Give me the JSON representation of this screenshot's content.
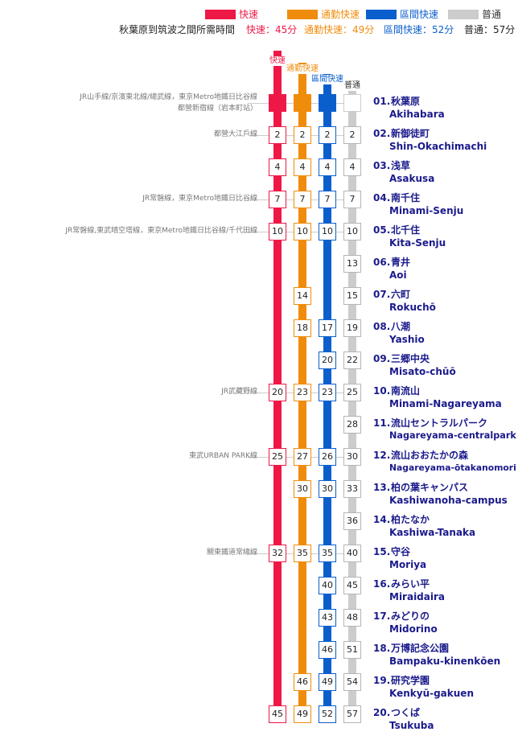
{
  "legend": [
    {
      "label": "快速",
      "color": "#ee1846",
      "label_color": "#ee1846"
    },
    {
      "label": "通勤快速",
      "color": "#f08c0c",
      "label_color": "#f08c0c"
    },
    {
      "label": "區間快速",
      "color": "#0b5fcc",
      "label_color": "#0b5fcc"
    },
    {
      "label": "普通",
      "color": "#cccccc",
      "label_color": "#333333"
    }
  ],
  "travel_time": {
    "caption": "秋葉原到筑波之間所需時間",
    "rapid": "快速：45分",
    "commuter": "通勤快速：49分",
    "section": "區間快速：52分",
    "local": "普通：57分"
  },
  "column_labels": [
    "快速",
    "通勤快速",
    "區間快速",
    "普通"
  ],
  "transfers": [
    {
      "row": 0,
      "lines": [
        "JR山手線/京濱東北線/總武線，東京Metro地鐵日比谷線",
        "都營新宿線（岩本町站）"
      ]
    },
    {
      "row": 1,
      "lines": [
        "都營大江戶線"
      ]
    },
    {
      "row": 3,
      "lines": [
        "JR常磐線，東京Metro地鐵日比谷線"
      ]
    },
    {
      "row": 4,
      "lines": [
        "JR常磐線,東武晴空塔線，東京Metro地鐵日比谷線/千代田線"
      ]
    },
    {
      "row": 9,
      "lines": [
        "JR武藏野線"
      ]
    },
    {
      "row": 11,
      "lines": [
        "東武URBAN PARK線"
      ]
    },
    {
      "row": 14,
      "lines": [
        "關東鐵道常總線"
      ]
    }
  ],
  "stations": [
    {
      "num": "01.",
      "name_ja": "秋葉原",
      "name_en": "Akihabara",
      "times": [
        "",
        "",
        "",
        ""
      ]
    },
    {
      "num": "02.",
      "name_ja": "新御徒町",
      "name_en": "Shin-Okachimachi",
      "times": [
        "2",
        "2",
        "2",
        "2"
      ]
    },
    {
      "num": "03.",
      "name_ja": "浅草",
      "name_en": "Asakusa",
      "times": [
        "4",
        "4",
        "4",
        "4"
      ]
    },
    {
      "num": "04.",
      "name_ja": "南千住",
      "name_en": "Minami-Senju",
      "times": [
        "7",
        "7",
        "7",
        "7"
      ]
    },
    {
      "num": "05.",
      "name_ja": "北千住",
      "name_en": "Kita-Senju",
      "times": [
        "10",
        "10",
        "10",
        "10"
      ]
    },
    {
      "num": "06.",
      "name_ja": "青井",
      "name_en": "Aoi",
      "times": [
        null,
        null,
        null,
        "13"
      ]
    },
    {
      "num": "07.",
      "name_ja": "六町",
      "name_en": "Rokuchō",
      "times": [
        null,
        "14",
        null,
        "15"
      ]
    },
    {
      "num": "08.",
      "name_ja": "八潮",
      "name_en": "Yashio",
      "times": [
        null,
        "18",
        "17",
        "19"
      ]
    },
    {
      "num": "09.",
      "name_ja": "三郷中央",
      "name_en": "Misato-chūō",
      "times": [
        null,
        null,
        "20",
        "22"
      ]
    },
    {
      "num": "10.",
      "name_ja": "南流山",
      "name_en": "Minami-Nagareyama",
      "times": [
        "20",
        "23",
        "23",
        "25"
      ]
    },
    {
      "num": "11.",
      "name_ja": "流山セントラルパーク",
      "name_en": "Nagareyama-centralpark",
      "times": [
        null,
        null,
        null,
        "28"
      ]
    },
    {
      "num": "12.",
      "name_ja": "流山おおたかの森",
      "name_en": "Nagareyama-ōtakanomori",
      "times": [
        "25",
        "27",
        "26",
        "30"
      ]
    },
    {
      "num": "13.",
      "name_ja": "柏の葉キャンパス",
      "name_en": "Kashiwanoha-campus",
      "times": [
        null,
        "30",
        "30",
        "33"
      ]
    },
    {
      "num": "14.",
      "name_ja": "柏たなか",
      "name_en": "Kashiwa-Tanaka",
      "times": [
        null,
        null,
        null,
        "36"
      ]
    },
    {
      "num": "15.",
      "name_ja": "守谷",
      "name_en": "Moriya",
      "times": [
        "32",
        "35",
        "35",
        "40"
      ]
    },
    {
      "num": "16.",
      "name_ja": "みらい平",
      "name_en": "Miraidaira",
      "times": [
        null,
        null,
        "40",
        "45"
      ]
    },
    {
      "num": "17.",
      "name_ja": "みどりの",
      "name_en": "Midorino",
      "times": [
        null,
        null,
        "43",
        "48"
      ]
    },
    {
      "num": "18.",
      "name_ja": "万博記念公園",
      "name_en": "Bampaku-kinenkōen",
      "times": [
        null,
        null,
        "46",
        "51"
      ]
    },
    {
      "num": "19.",
      "name_ja": "研究学園",
      "name_en": "Kenkyū-gakuen",
      "times": [
        null,
        "46",
        "49",
        "54"
      ]
    },
    {
      "num": "20.",
      "name_ja": "つくば",
      "name_en": "Tsukuba",
      "times": [
        "45",
        "49",
        "52",
        "57"
      ]
    }
  ]
}
